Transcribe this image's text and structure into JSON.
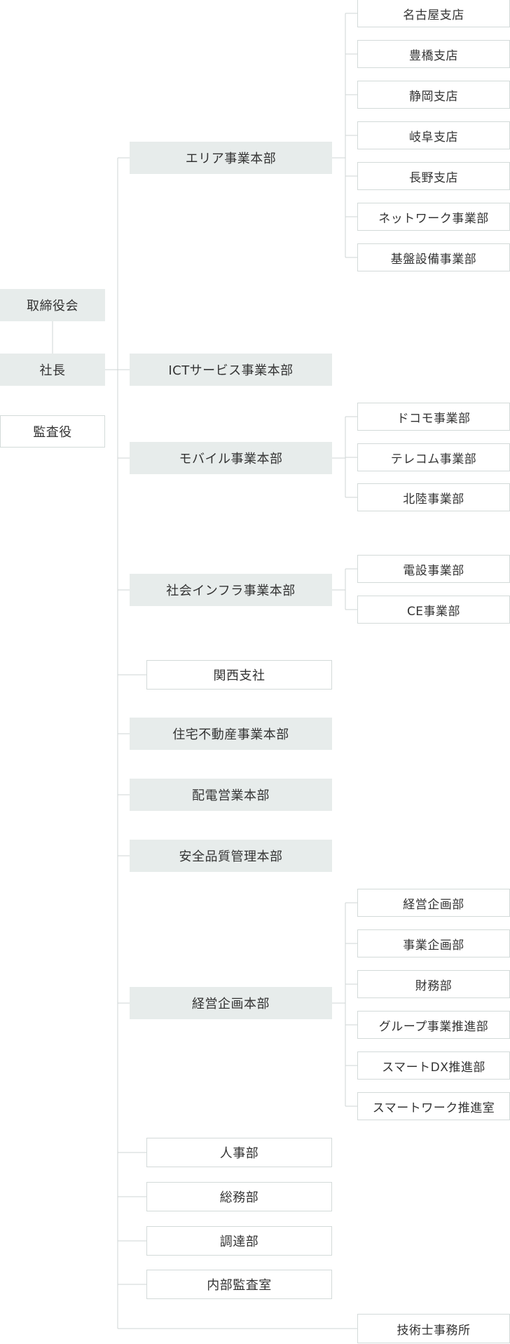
{
  "colors": {
    "fill": "#e7eceb",
    "border": "#d3dad9",
    "line": "#cfd6d5",
    "text": "#333333"
  },
  "top": {
    "board": "取締役会",
    "president": "社長",
    "auditor": "監査役"
  },
  "divisions": [
    {
      "id": "area",
      "label": "エリア事業本部",
      "style": "filled",
      "children": [
        "名古屋支店",
        "豊橋支店",
        "静岡支店",
        "岐阜支店",
        "長野支店",
        "ネットワーク事業部",
        "基盤設備事業部"
      ]
    },
    {
      "id": "ict",
      "label": "ICTサービス事業本部",
      "style": "filled",
      "children": []
    },
    {
      "id": "mobile",
      "label": "モバイル事業本部",
      "style": "filled",
      "children": [
        "ドコモ事業部",
        "テレコム事業部",
        "北陸事業部"
      ]
    },
    {
      "id": "infra",
      "label": "社会インフラ事業本部",
      "style": "filled",
      "children": [
        "電設事業部",
        "CE事業部"
      ]
    },
    {
      "id": "kansai",
      "label": "関西支社",
      "style": "outlined",
      "children": []
    },
    {
      "id": "housing",
      "label": "住宅不動産事業本部",
      "style": "filled",
      "children": []
    },
    {
      "id": "power",
      "label": "配電営業本部",
      "style": "filled",
      "children": []
    },
    {
      "id": "safety",
      "label": "安全品質管理本部",
      "style": "filled",
      "children": []
    },
    {
      "id": "planning",
      "label": "経営企画本部",
      "style": "filled",
      "children": [
        "経営企画部",
        "事業企画部",
        "財務部",
        "グループ事業推進部",
        "スマートDX推進部",
        "スマートワーク推進室"
      ]
    },
    {
      "id": "hr",
      "label": "人事部",
      "style": "outlined",
      "children": []
    },
    {
      "id": "general",
      "label": "総務部",
      "style": "outlined",
      "children": []
    },
    {
      "id": "procure",
      "label": "調達部",
      "style": "outlined",
      "children": []
    },
    {
      "id": "audit",
      "label": "内部監査室",
      "style": "outlined",
      "children": []
    }
  ],
  "engineer_office": "技術士事務所"
}
